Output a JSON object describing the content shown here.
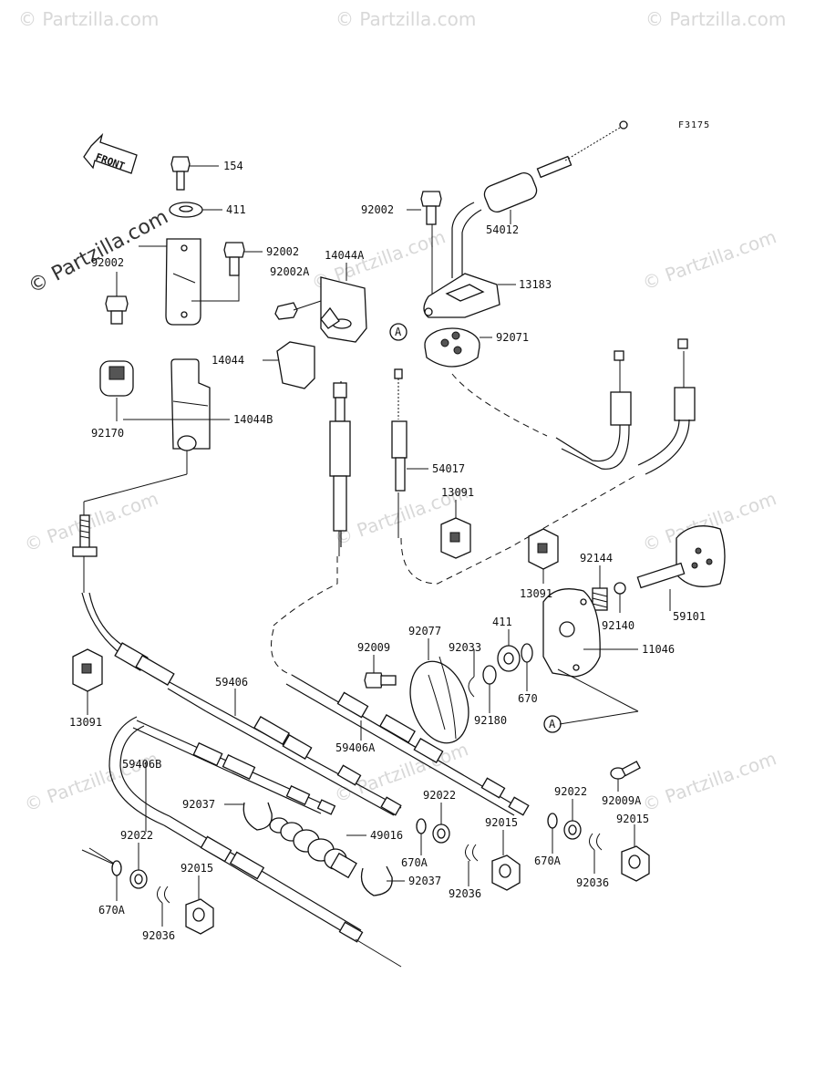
{
  "diagram": {
    "code": "F3175",
    "front_label": "FRONT",
    "watermark_main": "© Partzilla.com",
    "watermark_small": "© Partzilla.com",
    "callout_a": "A",
    "labels": [
      {
        "id": "154",
        "text": "154"
      },
      {
        "id": "411-top",
        "text": "411"
      },
      {
        "id": "92002-left",
        "text": "92002"
      },
      {
        "id": "92002-mid",
        "text": "92002"
      },
      {
        "id": "92002A",
        "text": "92002A"
      },
      {
        "id": "14044A",
        "text": "14044A"
      },
      {
        "id": "92002-right",
        "text": "92002"
      },
      {
        "id": "54012",
        "text": "54012"
      },
      {
        "id": "13183",
        "text": "13183"
      },
      {
        "id": "92071",
        "text": "92071"
      },
      {
        "id": "14044",
        "text": "14044"
      },
      {
        "id": "14044B",
        "text": "14044B"
      },
      {
        "id": "92170",
        "text": "92170"
      },
      {
        "id": "54017",
        "text": "54017"
      },
      {
        "id": "13091-mid",
        "text": "13091"
      },
      {
        "id": "13091-right",
        "text": "13091"
      },
      {
        "id": "92144",
        "text": "92144"
      },
      {
        "id": "92140",
        "text": "92140"
      },
      {
        "id": "59101",
        "text": "59101"
      },
      {
        "id": "411-mid",
        "text": "411"
      },
      {
        "id": "11046",
        "text": "11046"
      },
      {
        "id": "92077",
        "text": "92077"
      },
      {
        "id": "92009",
        "text": "92009"
      },
      {
        "id": "92033",
        "text": "92033"
      },
      {
        "id": "670",
        "text": "670"
      },
      {
        "id": "92180",
        "text": "92180"
      },
      {
        "id": "92009A",
        "text": "92009A"
      },
      {
        "id": "59406",
        "text": "59406"
      },
      {
        "id": "59406A",
        "text": "59406A"
      },
      {
        "id": "59406B",
        "text": "59406B"
      },
      {
        "id": "13091-left",
        "text": "13091"
      },
      {
        "id": "92037-top",
        "text": "92037"
      },
      {
        "id": "49016",
        "text": "49016"
      },
      {
        "id": "92037-bot",
        "text": "92037"
      },
      {
        "id": "92022-mid",
        "text": "92022"
      },
      {
        "id": "670A-mid",
        "text": "670A"
      },
      {
        "id": "92036-mid",
        "text": "92036"
      },
      {
        "id": "92015-mid",
        "text": "92015"
      },
      {
        "id": "92022-right",
        "text": "92022"
      },
      {
        "id": "670A-right",
        "text": "670A"
      },
      {
        "id": "92036-right",
        "text": "92036"
      },
      {
        "id": "92015-right",
        "text": "92015"
      },
      {
        "id": "92022-left",
        "text": "92022"
      },
      {
        "id": "670A-left",
        "text": "670A"
      },
      {
        "id": "92036-left",
        "text": "92036"
      },
      {
        "id": "92015-left",
        "text": "92015"
      }
    ]
  }
}
